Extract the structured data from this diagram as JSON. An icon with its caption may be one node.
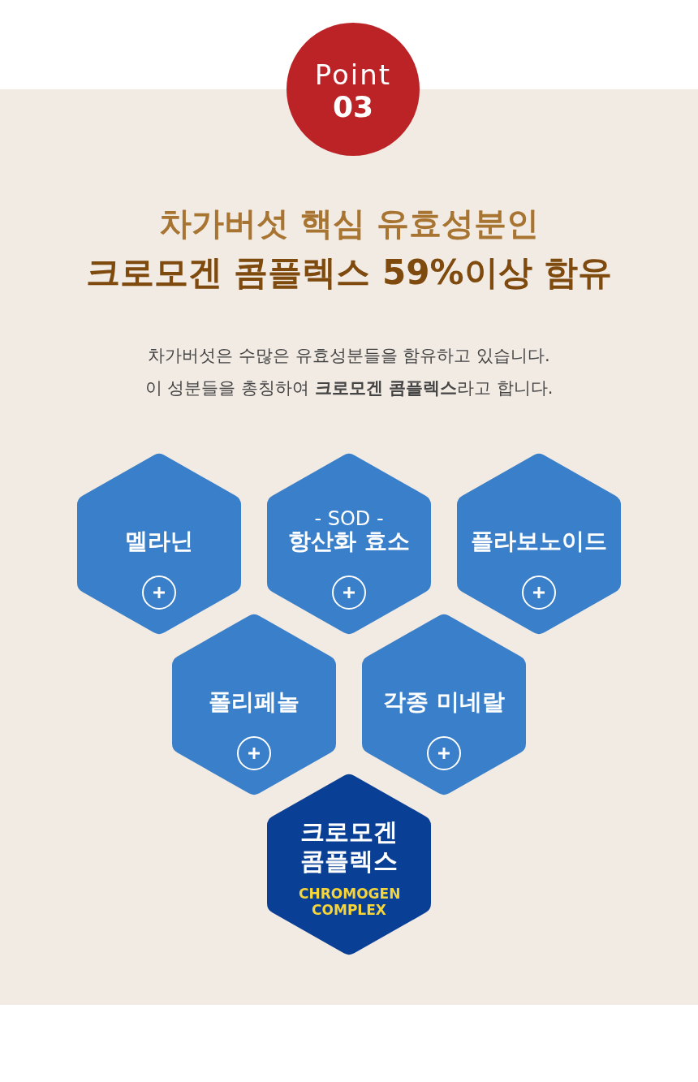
{
  "diagram": {
    "title": "차가버섯 핵심 유효성분인",
    "nodes": [
      {
        "text": [
          "Point",
          "03"
        ]
      },
      {
        "text": [
          "멜라닌"
        ]
      },
      {
        "text": [
          "- SOD -",
          "항산화 효소"
        ]
      },
      {
        "text": [
          "플라보노이드"
        ]
      },
      {
        "text": [
          "폴리페놀"
        ]
      },
      {
        "text": [
          "각종 미네랄"
        ]
      },
      {
        "text": [
          "크로모겐 콤플렉스",
          "CHROMOGEN COMPLEX"
        ]
      }
    ],
    "edges": [],
    "labels": [
      "크로모겐 콤플렉스 59%이상 함유",
      "차가버섯은 수많은 유효성분들을 함유하고 있습니다.",
      "이 성분들을 총칭하여 **크로모겐 콤플렉스**라고 합니다."
    ]
  }
}
